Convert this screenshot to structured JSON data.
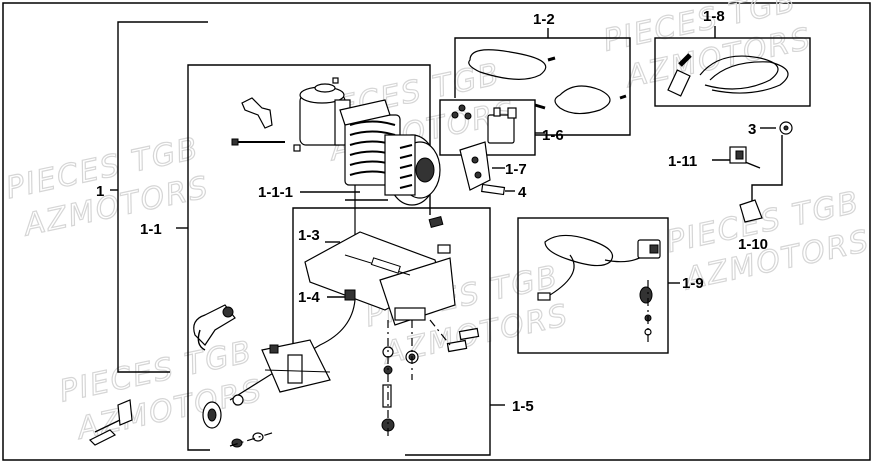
{
  "watermark": {
    "line1": "PIECES TGB",
    "line2": "AZMOTORS"
  },
  "labels": {
    "p1": "1",
    "p1_1": "1-1",
    "p1_1_1": "1-1-1",
    "p1_2": "1-2",
    "p1_3": "1-3",
    "p1_4": "1-4",
    "p1_5": "1-5",
    "p1_6": "1-6",
    "p1_7": "1-7",
    "p1_8": "1-8",
    "p1_9": "1-9",
    "p1_10": "1-10",
    "p1_11": "1-11",
    "p3": "3",
    "p4": "4"
  }
}
